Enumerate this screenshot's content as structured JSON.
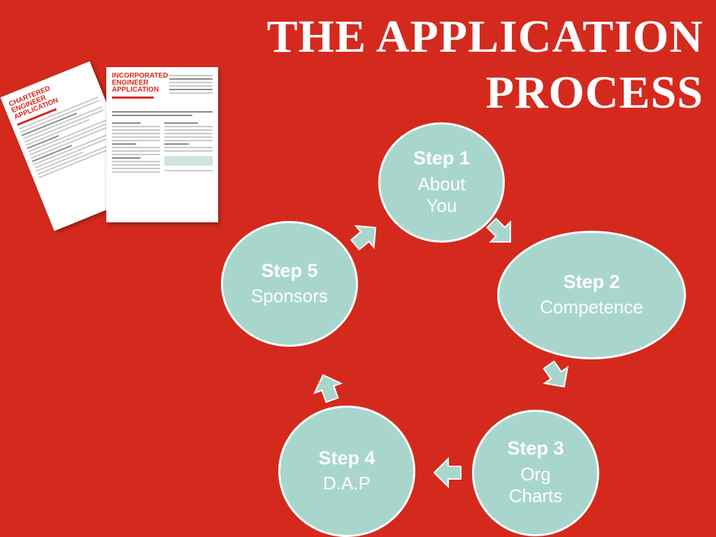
{
  "title": {
    "line1": "THE APPLICATION",
    "line2": "PROCESS"
  },
  "steps": [
    {
      "step": "Step 1",
      "label": "About You"
    },
    {
      "step": "Step 2",
      "label": "Competence"
    },
    {
      "step": "Step 3",
      "label": "Org Charts"
    },
    {
      "step": "Step 4",
      "label": "D.A.P"
    },
    {
      "step": "Step 5",
      "label": "Sponsors"
    }
  ],
  "documents": {
    "back_heading": "CHARTERED ENGINEER APPLICATION",
    "front_heading": "INCORPORATED ENGINEER APPLICATION"
  },
  "colors": {
    "background": "#d42a1e",
    "node_fill": "#a9d6cc",
    "node_border": "#ffffff",
    "text": "#ffffff"
  }
}
